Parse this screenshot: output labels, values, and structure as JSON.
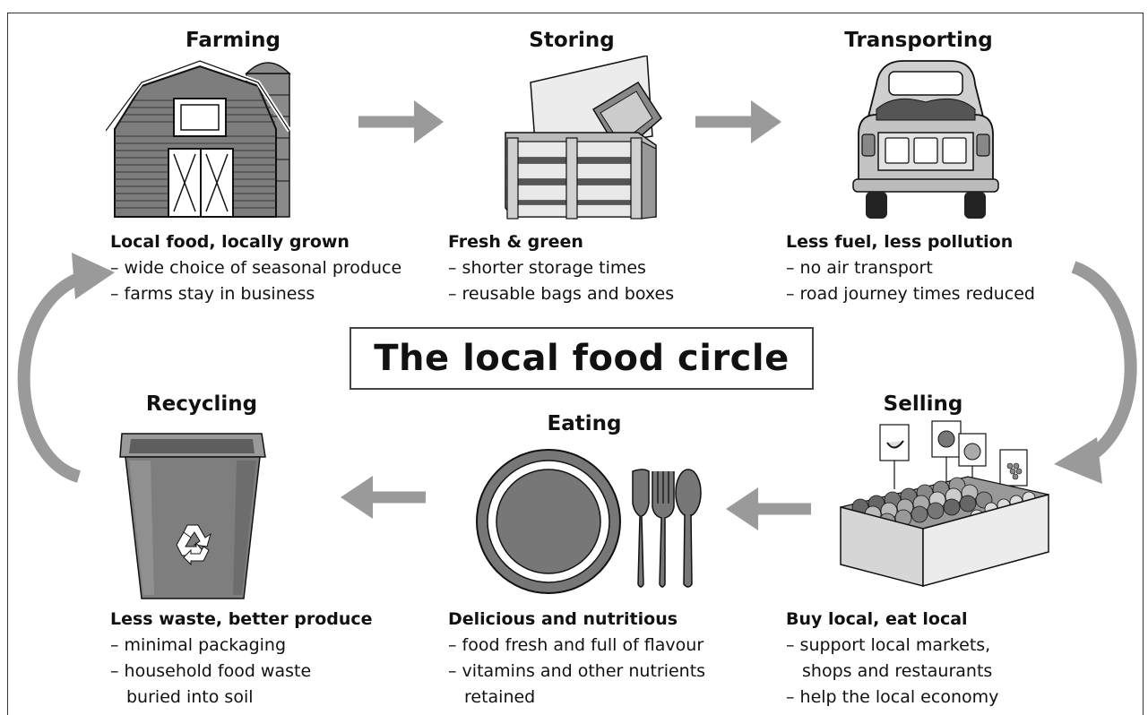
{
  "title": "The local food circle",
  "stages": [
    {
      "id": "farming",
      "name": "Farming",
      "icon": "barn-silo-icon",
      "heading": "Local food, locally grown",
      "items": [
        [
          "– wide choice of seasonal produce"
        ],
        [
          "– farms stay in business"
        ]
      ]
    },
    {
      "id": "storing",
      "name": "Storing",
      "icon": "crate-icon",
      "heading": "Fresh & green",
      "items": [
        [
          "– shorter storage times"
        ],
        [
          "– reusable bags and boxes"
        ]
      ]
    },
    {
      "id": "transporting",
      "name": "Transporting",
      "icon": "truck-icon",
      "heading": "Less fuel, less pollution",
      "items": [
        [
          "– no air transport"
        ],
        [
          "– road journey times reduced"
        ]
      ]
    },
    {
      "id": "selling",
      "name": "Selling",
      "icon": "market-stall-icon",
      "heading": "Buy local, eat local",
      "items": [
        [
          "– support local markets,",
          "shops and restaurants"
        ],
        [
          "– help the local economy"
        ]
      ]
    },
    {
      "id": "eating",
      "name": "Eating",
      "icon": "plate-cutlery-icon",
      "heading": "Delicious and nutritious",
      "items": [
        [
          "– food fresh and full of flavour"
        ],
        [
          "– vitamins and other nutrients",
          "retained"
        ]
      ]
    },
    {
      "id": "recycling",
      "name": "Recycling",
      "icon": "recycle-bin-icon",
      "heading": "Less waste, better produce",
      "items": [
        [
          "– minimal packaging"
        ],
        [
          "– household food waste",
          "buried into soil"
        ]
      ]
    }
  ],
  "colors": {
    "arrow": "#9a9a9a",
    "ink": "#111111",
    "fill_dark": "#7d7d7d",
    "fill_mid": "#a8a8a8",
    "fill_light": "#d9d9d9"
  }
}
